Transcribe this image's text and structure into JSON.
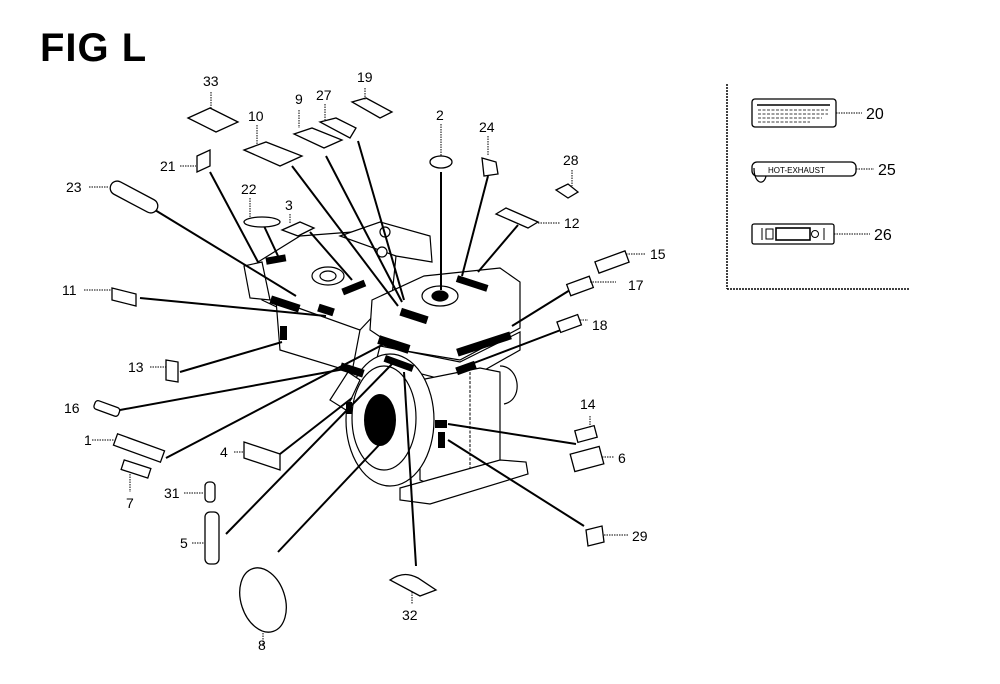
{
  "figure": {
    "title": "FIG L",
    "subject": "engine decal / label locations"
  },
  "callouts": [
    {
      "id": "c1",
      "label": "1"
    },
    {
      "id": "c2",
      "label": "2"
    },
    {
      "id": "c3",
      "label": "3"
    },
    {
      "id": "c4",
      "label": "4"
    },
    {
      "id": "c5",
      "label": "5"
    },
    {
      "id": "c6",
      "label": "6"
    },
    {
      "id": "c7",
      "label": "7"
    },
    {
      "id": "c8",
      "label": "8"
    },
    {
      "id": "c9",
      "label": "9"
    },
    {
      "id": "c10",
      "label": "10"
    },
    {
      "id": "c11",
      "label": "11"
    },
    {
      "id": "c12",
      "label": "12"
    },
    {
      "id": "c13",
      "label": "13"
    },
    {
      "id": "c14",
      "label": "14"
    },
    {
      "id": "c15",
      "label": "15"
    },
    {
      "id": "c16",
      "label": "16"
    },
    {
      "id": "c17",
      "label": "17"
    },
    {
      "id": "c18",
      "label": "18"
    },
    {
      "id": "c19",
      "label": "19"
    },
    {
      "id": "c21",
      "label": "21"
    },
    {
      "id": "c22",
      "label": "22"
    },
    {
      "id": "c23",
      "label": "23"
    },
    {
      "id": "c24",
      "label": "24"
    },
    {
      "id": "c27",
      "label": "27"
    },
    {
      "id": "c28",
      "label": "28"
    },
    {
      "id": "c29",
      "label": "29"
    },
    {
      "id": "c31",
      "label": "31"
    },
    {
      "id": "c32",
      "label": "32"
    },
    {
      "id": "c33",
      "label": "33"
    }
  ],
  "inset": {
    "callouts": [
      {
        "id": "c20",
        "label": "20"
      },
      {
        "id": "c25",
        "label": "25"
      },
      {
        "id": "c26",
        "label": "26"
      }
    ],
    "label_25_text": "HOT-EXHAUST"
  }
}
